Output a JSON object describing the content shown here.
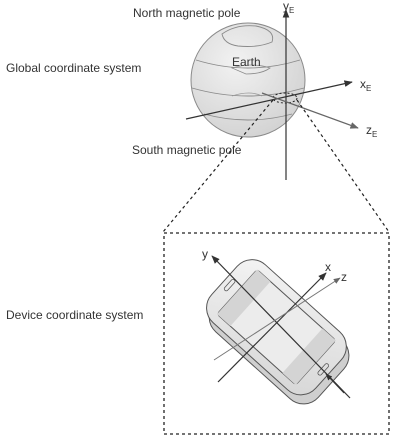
{
  "labels": {
    "north_pole": "North magnetic pole",
    "global_system": "Global coordinate system",
    "earth": "Earth",
    "south_pole": "South magnetic pole",
    "device_system": "Device coordinate system"
  },
  "global_axes": {
    "y": {
      "letter": "y",
      "sub": "E"
    },
    "x": {
      "letter": "x",
      "sub": "E"
    },
    "z": {
      "letter": "z",
      "sub": "E"
    }
  },
  "device_axes": {
    "y": "y",
    "x": "x",
    "z": "z"
  },
  "colors": {
    "ink": "#333333",
    "globe_fill": "#e6e6e6",
    "globe_line": "#8a8a8a",
    "dashed": "#222222"
  }
}
